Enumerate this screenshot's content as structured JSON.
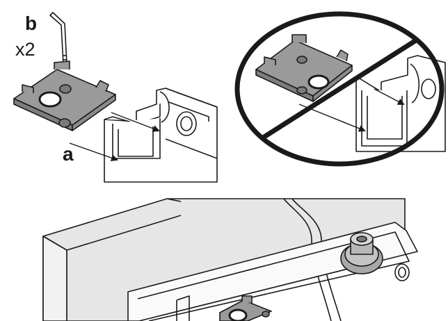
{
  "labels": {
    "fastener": "b",
    "quantity": "x2",
    "rail": "a"
  },
  "colors": {
    "line": "#1a1a1a",
    "plate_fill": "#9a9a9a",
    "plate_side": "#7d7d7d",
    "hole_fill": "#7a7a7a",
    "panel_fill": "#e6e6e6",
    "panel_edge": "#d2d2d2",
    "background": "#ffffff"
  },
  "icons": {
    "allen_key": "allen-key-icon",
    "prohibited": "prohibited-icon",
    "arrow": "arrow-icon"
  }
}
